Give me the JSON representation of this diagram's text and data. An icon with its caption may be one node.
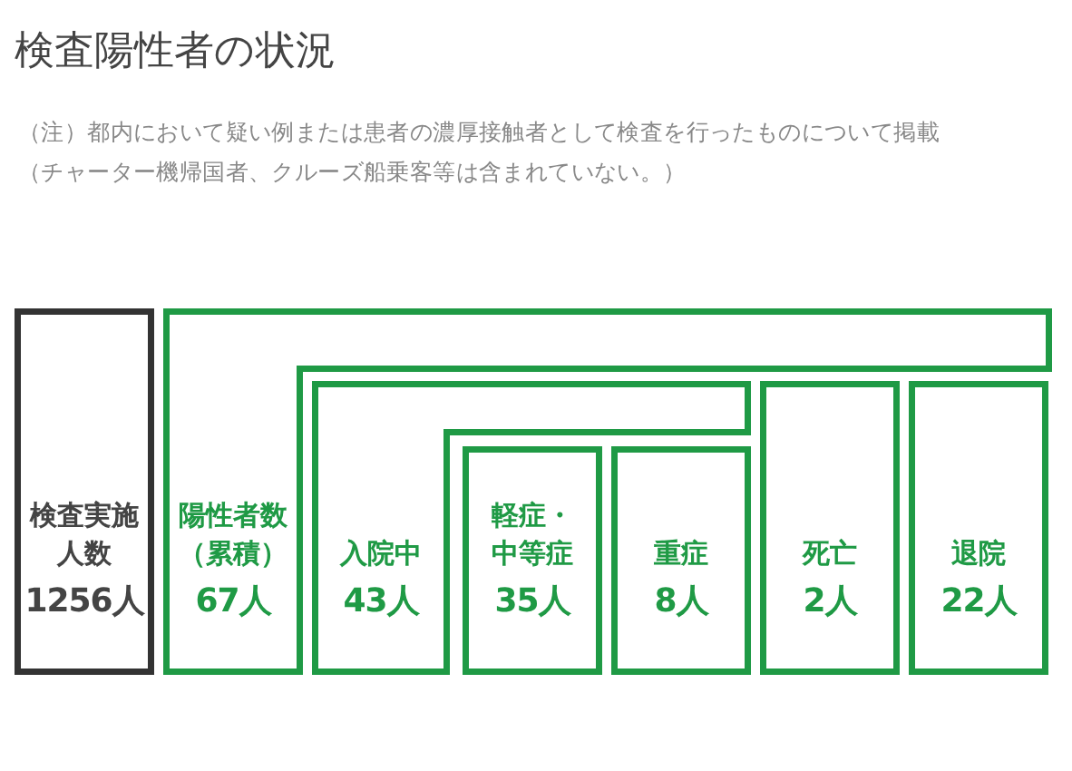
{
  "diagram": {
    "title": "検査陽性者の状況",
    "nodes": [
      {
        "text": [
          "検査実施人数",
          "1256人"
        ]
      },
      {
        "text": [
          "陽性者数（累積）",
          "67人"
        ]
      },
      {
        "text": [
          "入院中",
          "43人"
        ],
        "in": 1
      },
      {
        "text": [
          "軽症・中等症",
          "35人"
        ],
        "in": 2
      },
      {
        "text": [
          "重症",
          "8人"
        ],
        "in": 2
      },
      {
        "text": [
          "死亡",
          "2人"
        ],
        "in": 1
      },
      {
        "text": [
          "退院",
          "22人"
        ],
        "in": 1
      }
    ],
    "labels": [
      "（注）都内において疑い例または患者の濃厚接触者として検査を行ったものについて掲載",
      "（チャーター機帰国者、クルーズ船乗客等は含まれていない。）"
    ]
  }
}
